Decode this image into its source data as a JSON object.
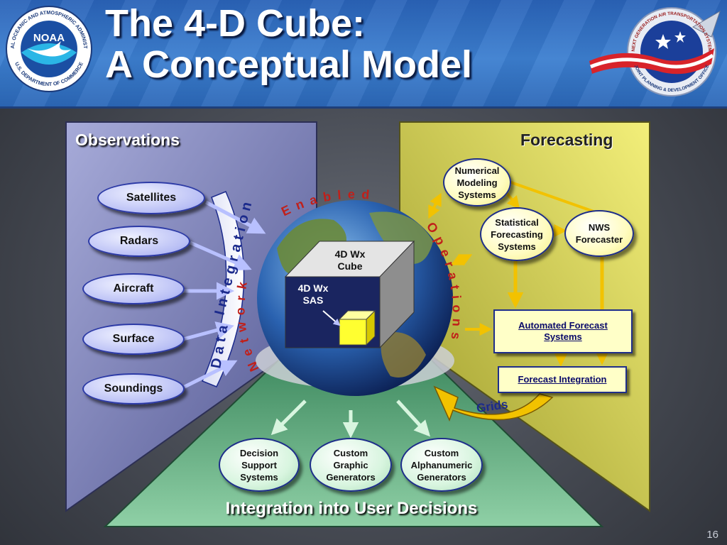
{
  "slide": {
    "title_line1": "The 4-D Cube:",
    "title_line2": "A Conceptual Model",
    "page_number": "16"
  },
  "logos": {
    "noaa_text": "NOAA",
    "noaa_ring_text": "NATIONAL OCEANIC AND ATMOSPHERIC ADMINISTRATION",
    "noaa_ring_text_bottom": "U.S. DEPARTMENT OF COMMERCE",
    "jpdo_ring_text": "NEXT GENERATION AIR TRANSPORTATION SYSTEM",
    "jpdo_ring_text_bottom": "JOINT PLANNING & DEVELOPMENT OFFICE"
  },
  "observations": {
    "title": "Observations",
    "items": [
      "Satellites",
      "Radars",
      "Aircraft",
      "Surface",
      "Soundings"
    ]
  },
  "forecasting": {
    "title": "Forecasting",
    "numerical": "Numerical\nModeling\nSystems",
    "statistical": "Statistical\nForecasting\nSystems",
    "nws": "NWS\nForecaster",
    "automated": "Automated Forecast\nSystems",
    "integration": "Forecast Integration",
    "grids": "Grids"
  },
  "center": {
    "cube_label": "4D Wx\nCube",
    "sas_label": "4D Wx\nSAS",
    "ribbon_integration": "Integration",
    "ribbon_data": "Data",
    "ribbon_network": "Network",
    "ribbon_enabled": "Enabled",
    "ribbon_operations": "Operations"
  },
  "user_decisions": {
    "title": "Integration into User Decisions",
    "items": [
      "Decision\nSupport\nSystems",
      "Custom\nGraphic\nGenerators",
      "Custom\nAlphanumeric\nGenerators"
    ]
  },
  "colors": {
    "header_blue": "#3c7fd0",
    "observations_panel": "#6e74b8",
    "forecasting_panel": "#d9d64e",
    "decisions_panel": "#6fb58a",
    "ribbon_red": "#c0201a",
    "ribbon_blue": "#1b2a8c",
    "arrow_yellow": "#f2c200"
  }
}
